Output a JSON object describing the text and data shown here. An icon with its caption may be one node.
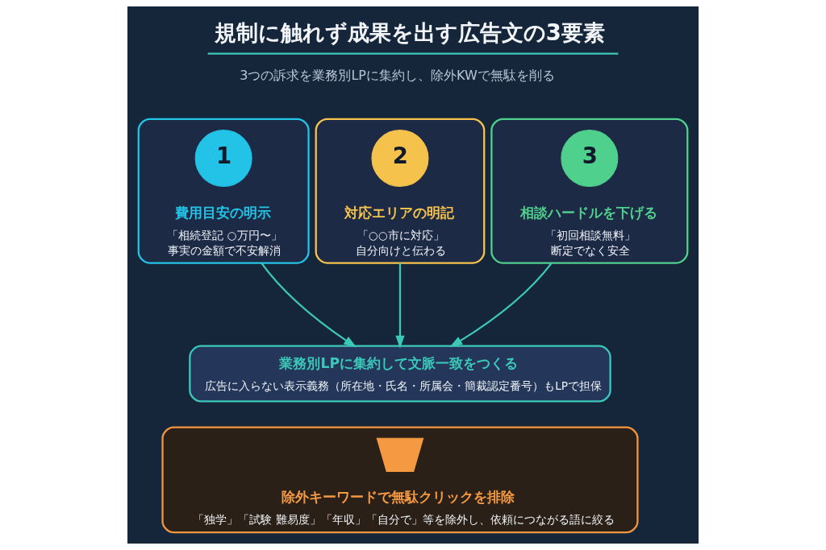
{
  "diagram": {
    "title": "規制に触れず成果を出す広告文の3要素",
    "nodes": [
      {
        "text": [
          "費用目安の明示",
          "「相続登記 ○万円〜」",
          "事実の金額で不安解消"
        ]
      },
      {
        "text": [
          "1"
        ],
        "in": 0
      },
      {
        "text": [
          "対応エリアの明記",
          "「○○市に対応」",
          "自分向けと伝わる"
        ]
      },
      {
        "text": [
          "2"
        ],
        "in": 2
      },
      {
        "text": [
          "相談ハードルを下げる",
          "「初回相談無料」",
          "断定でなく安全"
        ]
      },
      {
        "text": [
          "3"
        ],
        "in": 4
      },
      {
        "text": [
          "業務別LPに集約して文脈一致をつくる",
          "広告に入らない表示義務（所在地・氏名・所属会・簡裁認定番号）もLPで担保"
        ]
      },
      {
        "text": [
          "除外キーワードで無駄クリックを排除",
          "「独学」「試験 難易度」「年収」「自分で」等を除外し、依頼につながる語に絞る"
        ]
      },
      {
        "text": [],
        "shape": "funnel",
        "in": 7
      }
    ],
    "edges": [
      {
        "from": 0,
        "to": 6,
        "arrow": "to"
      },
      {
        "from": 2,
        "to": 6,
        "arrow": "to"
      },
      {
        "from": 4,
        "to": 6,
        "arrow": "to"
      }
    ],
    "labels": [
      "3つの訴求を業務別LPに集約し、除外KWで無駄を削る"
    ]
  }
}
